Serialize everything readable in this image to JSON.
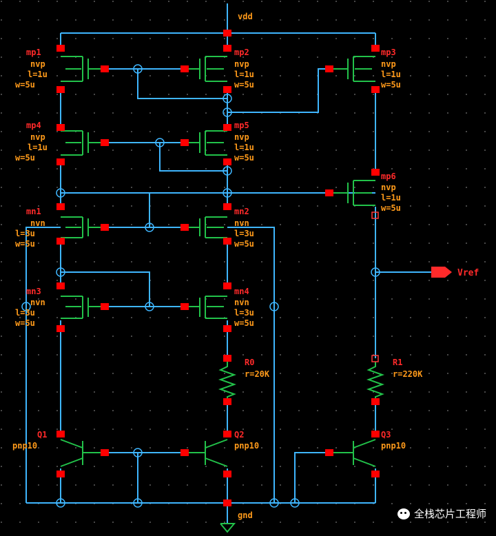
{
  "net_labels": {
    "supply": "vdd",
    "ground": "gnd",
    "output": "Vref"
  },
  "pmos": [
    {
      "name": "mp1",
      "model": "nvp",
      "l": "l=1u",
      "w": "w=5u"
    },
    {
      "name": "mp2",
      "model": "nvp",
      "l": "l=1u",
      "w": "w=5u"
    },
    {
      "name": "mp3",
      "model": "nvp",
      "l": "l=1u",
      "w": "w=5u"
    },
    {
      "name": "mp4",
      "model": "nvp",
      "l": "l=1u",
      "w": "w=5u"
    },
    {
      "name": "mp5",
      "model": "nvp",
      "l": "l=1u",
      "w": "w=5u"
    },
    {
      "name": "mp6",
      "model": "nvp",
      "l": "l=1u",
      "w": "w=5u"
    }
  ],
  "nmos": [
    {
      "name": "mn1",
      "model": "nvn",
      "l": "l=3u",
      "w": "w=5u"
    },
    {
      "name": "mn2",
      "model": "nvn",
      "l": "l=3u",
      "w": "w=5u"
    },
    {
      "name": "mn3",
      "model": "nvn",
      "l": "l=3u",
      "w": "w=5u"
    },
    {
      "name": "mn4",
      "model": "nvn",
      "l": "l=3u",
      "w": "w=5u"
    }
  ],
  "resistors": [
    {
      "name": "R0",
      "value": "r=20K"
    },
    {
      "name": "R1",
      "value": "r=220K"
    }
  ],
  "bjts": [
    {
      "name": "Q1",
      "model": "pnp10"
    },
    {
      "name": "Q2",
      "model": "pnp10"
    },
    {
      "name": "Q3",
      "model": "pnp10"
    }
  ],
  "watermark": "全栈芯片工程师",
  "colors": {
    "background": "#000000",
    "wire": "#3fb6ff",
    "device": "#22c24a",
    "pin": "#ff0000",
    "text": "#ff9a1a"
  }
}
